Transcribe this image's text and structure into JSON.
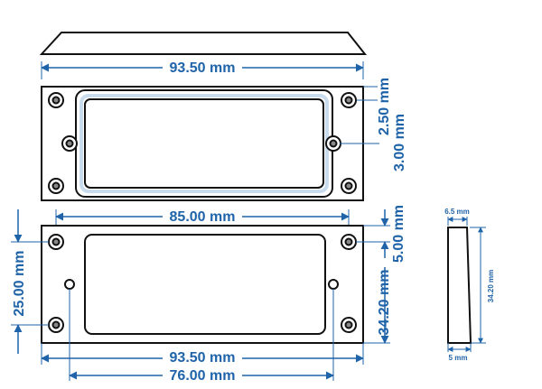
{
  "colors": {
    "dimension": "#1f63a8",
    "outline": "#111111",
    "frame_fill": "#ffffff",
    "window_tint": "#c9dced"
  },
  "views": {
    "side_profile": {
      "icon": "pickup-ring-side-profile"
    },
    "top_view": {
      "width_label": "93.50 mm",
      "edge_label": "2.50 mm",
      "offset_label": "3.00 mm"
    },
    "bottom_view": {
      "hole_span_label": "85.00 mm",
      "left_height_label": "25.00 mm",
      "right_offset_label": "5.00 mm",
      "right_height_label": "34.20 mm",
      "outer_width_label": "93.50 mm",
      "inner_width_label": "76.00 mm"
    },
    "side_view": {
      "top_label": "6.5 mm",
      "height_label": "34.20 mm",
      "bottom_label": "5 mm"
    }
  }
}
